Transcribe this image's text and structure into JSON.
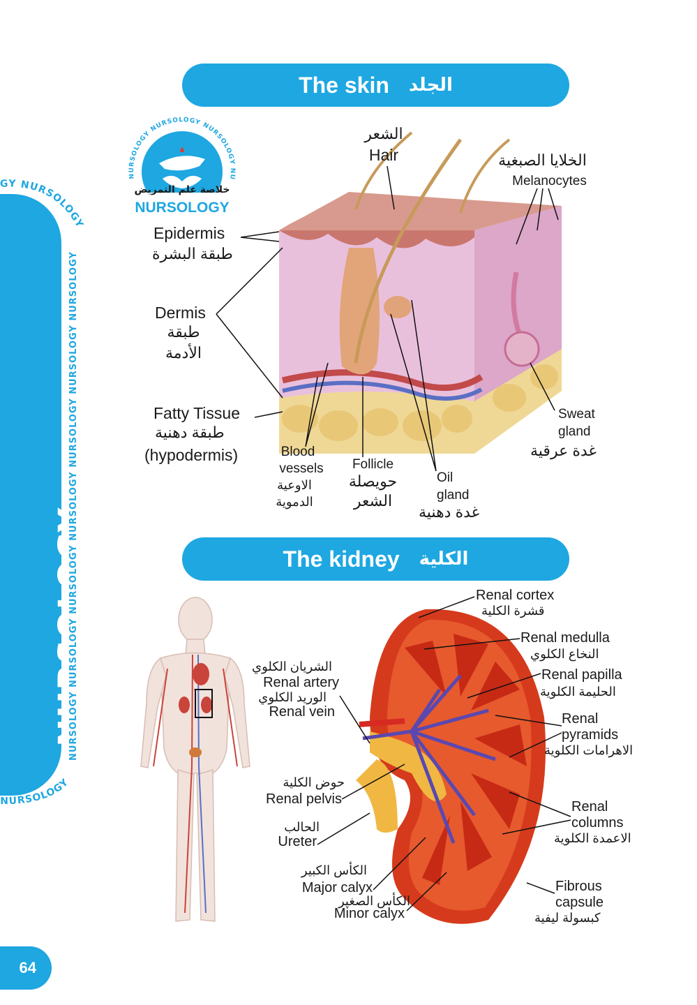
{
  "brand": {
    "name": "NURSOLOGY",
    "arabic_name": "خلاصة علم التمريض",
    "ring_text": "NURSOLOGY NURSOLOGY NURSOLOGY NURSOLOGY"
  },
  "side": {
    "en": "NURSOLOGY",
    "ar": "خلاصة علم التمريض",
    "strip": "NURSOLOGY NURSOLOGY NURSOLOGY NURSOLOGY NURSOLOGY NURSOLOGY NURSOLOGY",
    "curve_top": "GY NURSOLOGY",
    "curve_bottom": "NURSOLOGY"
  },
  "skin": {
    "title_en": "The skin",
    "title_ar": "الجلد",
    "labels": {
      "hair_ar": "الشعر",
      "hair_en": "Hair",
      "melanocytes_ar": "الخلايا الصبغية",
      "melanocytes_en": "Melanocytes",
      "epidermis_en": "Epidermis",
      "epidermis_ar": "طبقة البشرة",
      "dermis_en": "Dermis",
      "dermis_ar1": "طبقة",
      "dermis_ar2": "الأدمة",
      "fatty_en": "Fatty Tissue",
      "fatty_ar": "طبقة دهنية",
      "fatty_en2": "(hypodermis)",
      "blood_en1": "Blood",
      "blood_en2": "vessels",
      "blood_ar1": "الاوعية",
      "blood_ar2": "الدموية",
      "follicle_en": "Follicle",
      "follicle_ar1": "حويصلة",
      "follicle_ar2": "الشعر",
      "oil_en1": "Oil",
      "oil_en2": "gland",
      "oil_ar": "غدة دهنية",
      "sweat_en1": "Sweat",
      "sweat_en2": "gland",
      "sweat_ar": "غدة عرقية"
    }
  },
  "kidney": {
    "title_en": "The kidney",
    "title_ar": "الكلية",
    "labels": {
      "cortex_en": "Renal cortex",
      "cortex_ar": "قشرة الكلية",
      "medulla_en": "Renal medulla",
      "medulla_ar": "النخاع الكلوي",
      "papilla_en": "Renal papilla",
      "papilla_ar": "الحليمة الكلوية",
      "pyramids_en1": "Renal",
      "pyramids_en2": "pyramids",
      "pyramids_ar": "الاهرامات الكلوية",
      "columns_en1": "Renal",
      "columns_en2": "columns",
      "columns_ar": "الاعمدة الكلوية",
      "capsule_en1": "Fibrous",
      "capsule_en2": "capsule",
      "capsule_ar": "كبسولة ليفية",
      "artery_ar": "الشريان الكلوي",
      "artery_en": "Renal artery",
      "vein_ar": "الوريد الكلوي",
      "vein_en": "Renal vein",
      "pelvis_ar": "حوض الكلية",
      "pelvis_en": "Renal pelvis",
      "ureter_ar": "الحالب",
      "ureter_en": "Ureter",
      "major_ar": "الكأس الكبير",
      "major_en": "Major calyx",
      "minor_ar": "الكأس الصغير",
      "minor_en": "Minor calyx"
    }
  },
  "page_number": "64",
  "colors": {
    "accent": "#1ea7e1",
    "skin_surface": "#d99a86",
    "dermis": "#e8b7d2",
    "fat": "#efd896",
    "kidney_red": "#d63a1c",
    "vein_blue": "#5a48b0",
    "pelvis_yellow": "#f0b842"
  }
}
